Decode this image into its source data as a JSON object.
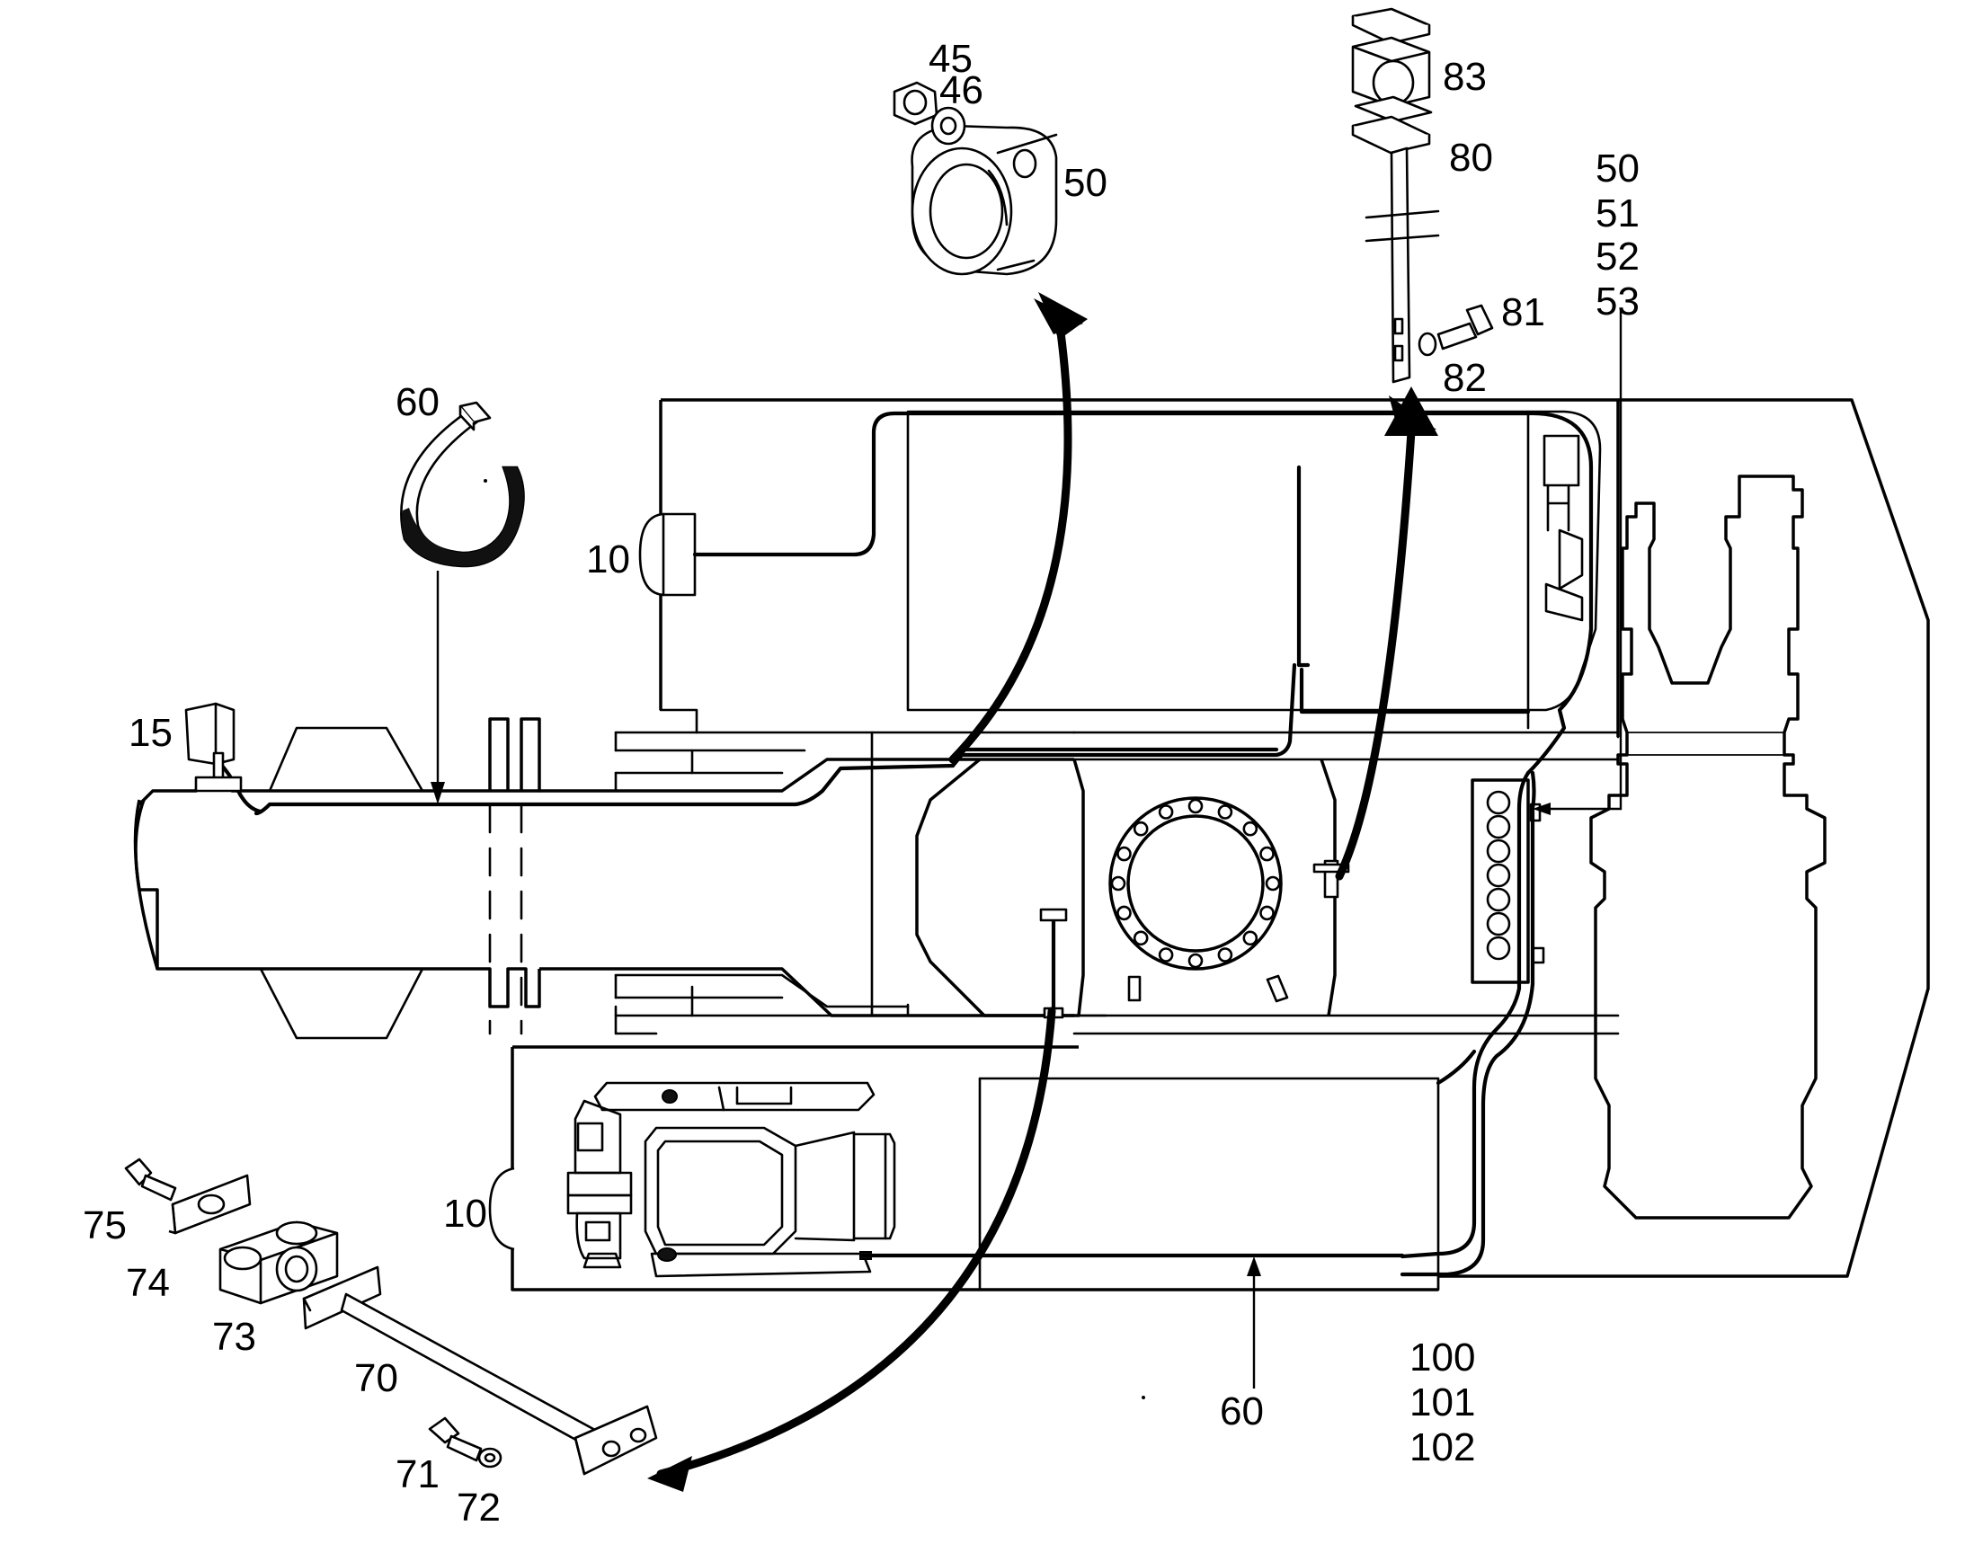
{
  "callouts": {
    "c45": "45",
    "c46": "46",
    "c50_clamp": "50",
    "c83": "83",
    "c80": "80",
    "c81": "81",
    "c82": "82",
    "c50_group": "50",
    "c51": "51",
    "c52": "52",
    "c53": "53",
    "c60_top": "60",
    "c10_top": "10",
    "c15": "15",
    "c10_bottom": "10",
    "c75": "75",
    "c74": "74",
    "c73": "73",
    "c70": "70",
    "c71": "71",
    "c72": "72",
    "c60_bottom": "60",
    "c100": "100",
    "c101": "101",
    "c102": "102"
  },
  "colors": {
    "line": "#000000",
    "background": "#ffffff",
    "shade": "#cfcfcf"
  }
}
